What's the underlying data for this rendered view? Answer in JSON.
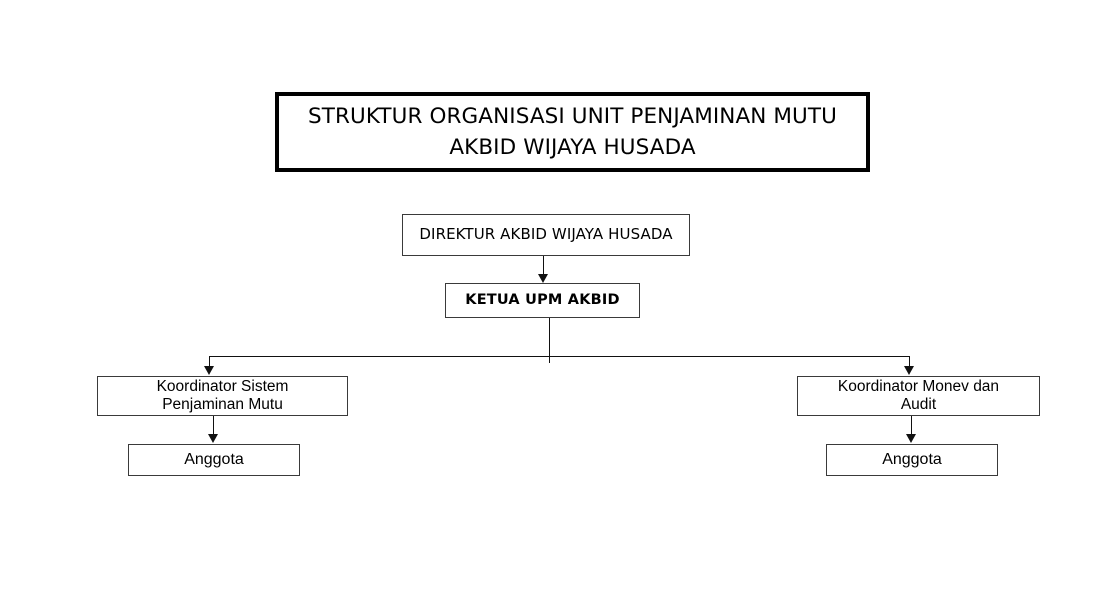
{
  "diagram": {
    "type": "organizational-chart",
    "background_color": "#ffffff",
    "line_color": "#111111",
    "title": {
      "line1": "STRUKTUR ORGANISASI UNIT PENJAMINAN MUTU",
      "line2": "AKBID WIJAYA HUSADA",
      "border_color": "#000000"
    },
    "nodes": {
      "director": {
        "label": "DIREKTUR AKBID WIJAYA HUSADA"
      },
      "ketua": {
        "label": "KETUA UPM AKBID"
      },
      "coordinator_left": {
        "line1": "Koordinator Sistem",
        "line2": "Penjaminan Mutu"
      },
      "coordinator_right": {
        "line1": "Koordinator Monev dan",
        "line2": "Audit"
      },
      "member_left": {
        "label": "Anggota"
      },
      "member_right": {
        "label": "Anggota"
      }
    }
  }
}
